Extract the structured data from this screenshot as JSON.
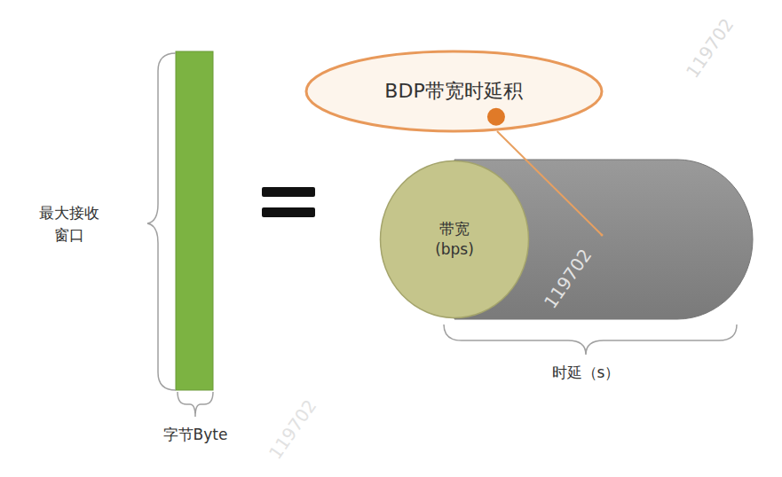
{
  "diagram": {
    "nodes": [
      {
        "text": [
          "BDP带宽时延积"
        ]
      },
      {
        "text": [
          "带宽 (bps)"
        ]
      }
    ],
    "labels": [
      "最大接收 窗口",
      "字节Byte",
      "时延（s）",
      "119702",
      "119702",
      "119702"
    ]
  }
}
